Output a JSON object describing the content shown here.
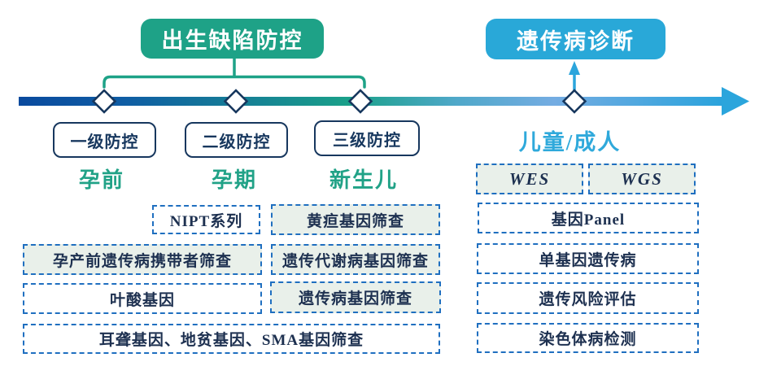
{
  "headers": {
    "birth_defect": "出生缺陷防控",
    "genetic_diagnosis": "遗传病诊断"
  },
  "levels": [
    {
      "label": "一级防控"
    },
    {
      "label": "二级防控"
    },
    {
      "label": "三级防控"
    }
  ],
  "stages": [
    {
      "label": "孕前"
    },
    {
      "label": "孕期"
    },
    {
      "label": "新生儿"
    },
    {
      "label": "儿童/成人"
    }
  ],
  "tests": {
    "nipt": {
      "label": "NIPT系列"
    },
    "jaundice": {
      "label": "黄疸基因筛查"
    },
    "carrier": {
      "label": "孕产前遗传病携带者筛查"
    },
    "metabolic": {
      "label": "遗传代谢病基因筛查"
    },
    "folate": {
      "label": "叶酸基因"
    },
    "genetic_screen": {
      "label": "遗传病基因筛查"
    },
    "combined_screen": {
      "label": "耳聋基因、地贫基因、SMA基因筛查"
    },
    "wes": {
      "label": "WES"
    },
    "wgs": {
      "label": "WGS"
    },
    "gene_panel": {
      "label": "基因Panel"
    },
    "monogenic": {
      "label": "单基因遗传病"
    },
    "risk_assessment": {
      "label": "遗传风险评估"
    },
    "chromosome": {
      "label": "染色体病检测"
    }
  },
  "colors": {
    "green_accent": "#1EA287",
    "blue_accent": "#29A8D8",
    "navy": "#17375E",
    "dashed_border_blue": "#1F6FC0",
    "light_green_fill": "#E9F0EA",
    "timeline_start": "#0A4A9E",
    "timeline_mid": "#1AA189",
    "timeline_end": "#2AA3DC"
  }
}
